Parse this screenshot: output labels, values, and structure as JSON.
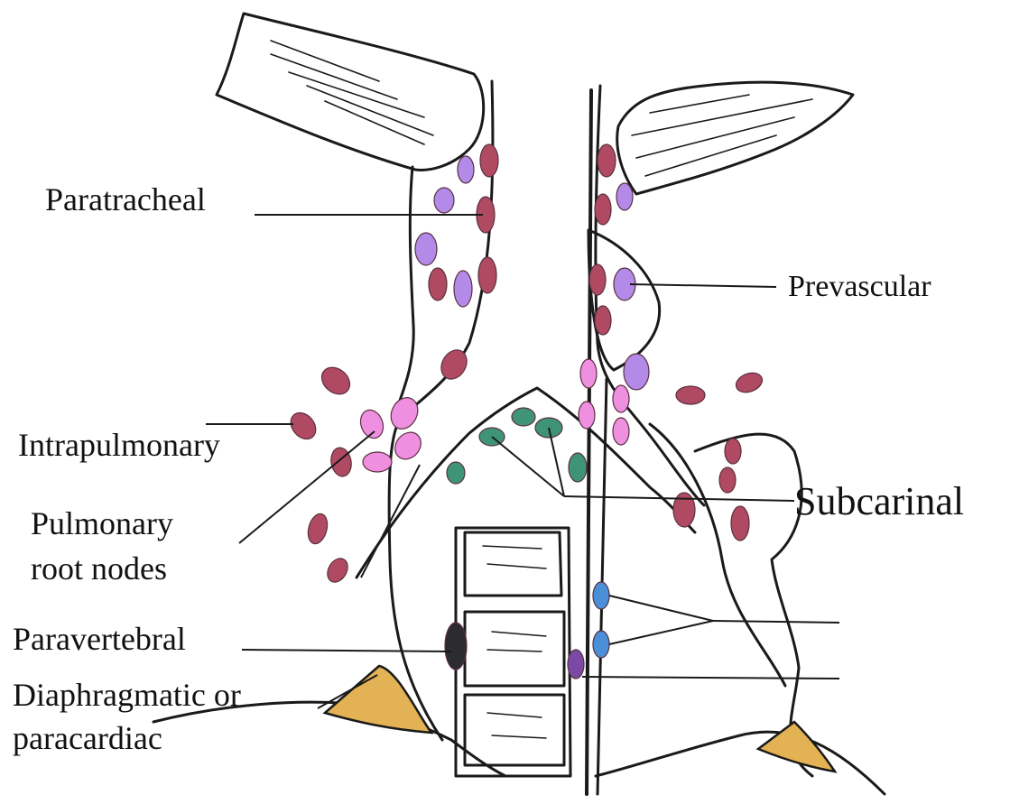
{
  "diagram": {
    "labels": {
      "paratracheal": "Paratracheal",
      "prevascular": "Prevascular",
      "intrapulmonary": "Intrapulmonary",
      "pulmonary_root_line1": "Pulmonary",
      "pulmonary_root_line2": "root nodes",
      "subcarinal": "Subcarinal",
      "paravertebral": "Paravertebral",
      "diaphragmatic_line1": "Diaphragmatic or",
      "diaphragmatic_line2": "paracardiac"
    },
    "colors": {
      "outline": "#1a1a1a",
      "node_red": "#b04a62",
      "node_purple": "#b38ae8",
      "node_pink": "#ee8fe0",
      "node_green": "#3f9478",
      "node_blue": "#4a8fd8",
      "node_dark_purple": "#7b4aa6",
      "node_black": "#2b2b30",
      "fat_orange": "#e3b254"
    }
  }
}
